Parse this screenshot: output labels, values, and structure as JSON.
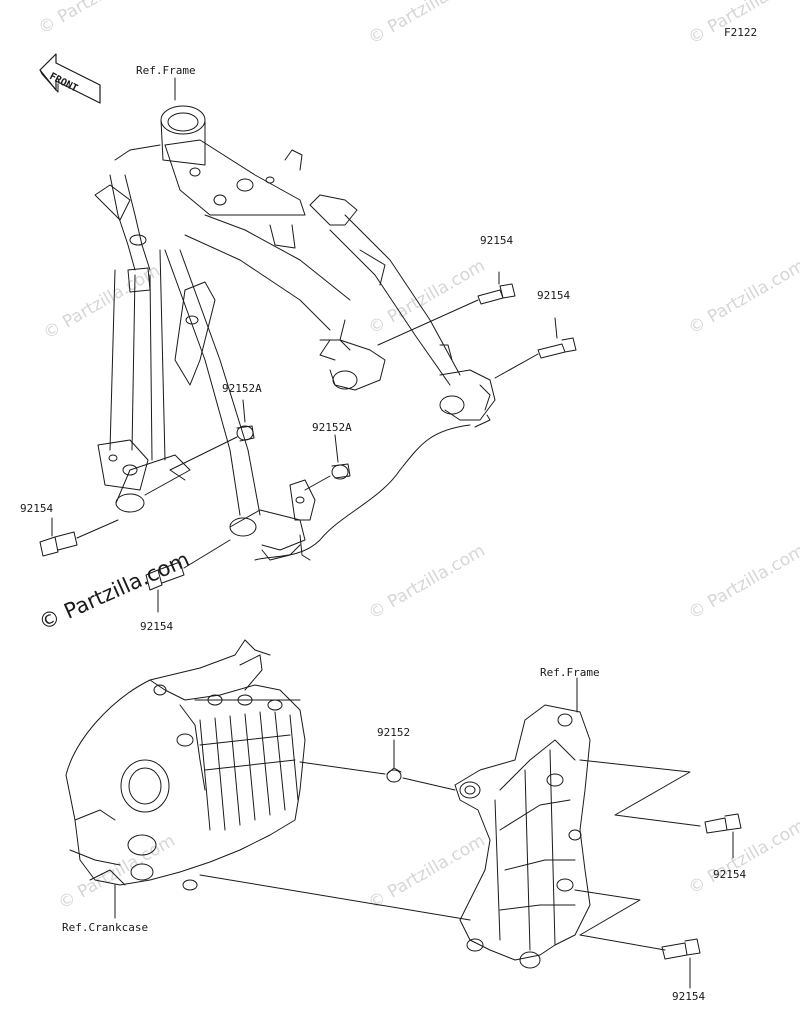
{
  "figure_code": "F2122",
  "direction_label": "FRONT",
  "brand_watermark": "© Partzilla.com",
  "watermark_text": "© Partzilla.com",
  "labels": {
    "ref_frame_top": "Ref.Frame",
    "ref_frame_bottom": "Ref.Frame",
    "ref_crankcase": "Ref.Crankcase",
    "bolt_upper_right_1": "92154",
    "bolt_upper_right_2": "92154",
    "spacer_1": "92152A",
    "spacer_2": "92152A",
    "bolt_left_1": "92154",
    "bolt_left_2": "92154",
    "collar_lower": "92152",
    "bolt_lower_right_1": "92154",
    "bolt_lower_right_2": "92154"
  },
  "colors": {
    "line": "#1a1a1a",
    "watermark": "#d6d6d6",
    "background": "#ffffff"
  }
}
